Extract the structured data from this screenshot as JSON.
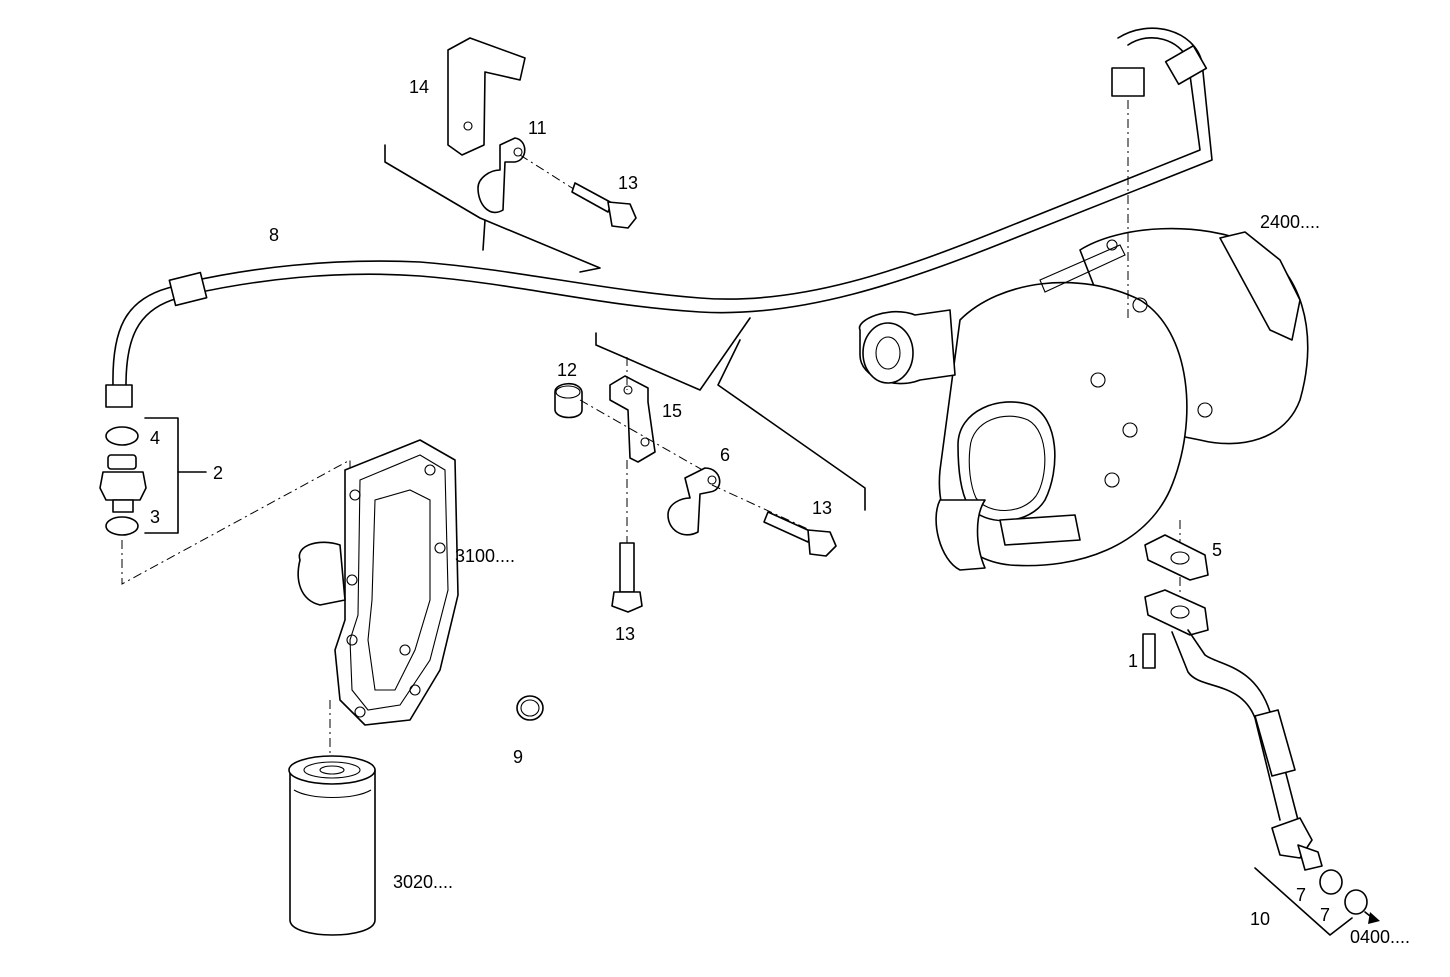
{
  "diagram": {
    "callouts": [
      {
        "id": "c1",
        "text": "1"
      },
      {
        "id": "c2",
        "text": "2"
      },
      {
        "id": "c3",
        "text": "3"
      },
      {
        "id": "c4",
        "text": "4"
      },
      {
        "id": "c5",
        "text": "5"
      },
      {
        "id": "c6",
        "text": "6"
      },
      {
        "id": "c7a",
        "text": "7"
      },
      {
        "id": "c7b",
        "text": "7"
      },
      {
        "id": "c8",
        "text": "8"
      },
      {
        "id": "c9",
        "text": "9"
      },
      {
        "id": "c10",
        "text": "10"
      },
      {
        "id": "c11",
        "text": "11"
      },
      {
        "id": "c12",
        "text": "12"
      },
      {
        "id": "c13a",
        "text": "13"
      },
      {
        "id": "c13b",
        "text": "13"
      },
      {
        "id": "c13c",
        "text": "13"
      },
      {
        "id": "c14",
        "text": "14"
      },
      {
        "id": "c15",
        "text": "15"
      }
    ],
    "references": [
      {
        "id": "r2400",
        "text": "2400...."
      },
      {
        "id": "r3100",
        "text": "3100...."
      },
      {
        "id": "r3020",
        "text": "3020...."
      },
      {
        "id": "r0400",
        "text": "0400...."
      }
    ]
  }
}
